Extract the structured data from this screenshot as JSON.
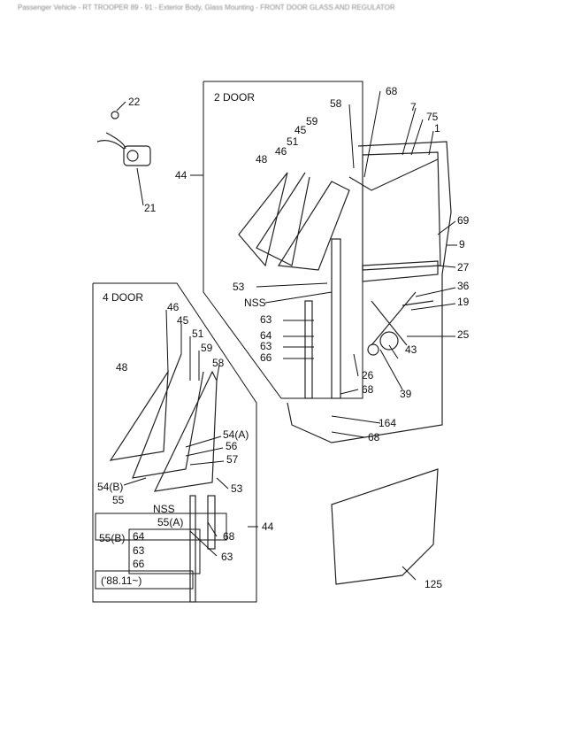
{
  "header": "Passenger Vehicle - RT TROOPER 89 - 91 - Exterior Body, Glass Mounting - FRONT DOOR GLASS AND REGULATOR",
  "groups": {
    "two_door": "2 DOOR",
    "four_door": "4 DOOR"
  },
  "labels": {
    "l22": "22",
    "l21": "21",
    "l44a": "44",
    "l58a": "58",
    "l68a": "68",
    "l7": "7",
    "l75": "75",
    "l1": "1",
    "l59a": "59",
    "l45a": "45",
    "l51a": "51",
    "l46a": "46",
    "l48a": "48",
    "l69": "69",
    "l9": "9",
    "l27": "27",
    "l36": "36",
    "l19": "19",
    "l25": "25",
    "l43": "43",
    "l39": "39",
    "l53a": "53",
    "nssa": "NSS",
    "l63a": "63",
    "l64a": "64",
    "l63b": "63",
    "l66a": "66",
    "l26": "26",
    "l68b": "68",
    "l164": "164",
    "l68c": "68",
    "l125": "125",
    "l46b": "46",
    "l45b": "45",
    "l51b": "51",
    "l59b": "59",
    "l58b": "58",
    "l48b": "48",
    "l54a": "54(A)",
    "l56": "56",
    "l57": "57",
    "l53b": "53",
    "l54b": "54(B)",
    "l55": "55",
    "nssb": "NSS",
    "l55a": "55(A)",
    "l55b": "55(B)",
    "l64b": "64",
    "l63c": "63",
    "l66b": "66",
    "date": "('88.11~)",
    "l68d": "68",
    "l63d": "63",
    "l44b": "44"
  }
}
